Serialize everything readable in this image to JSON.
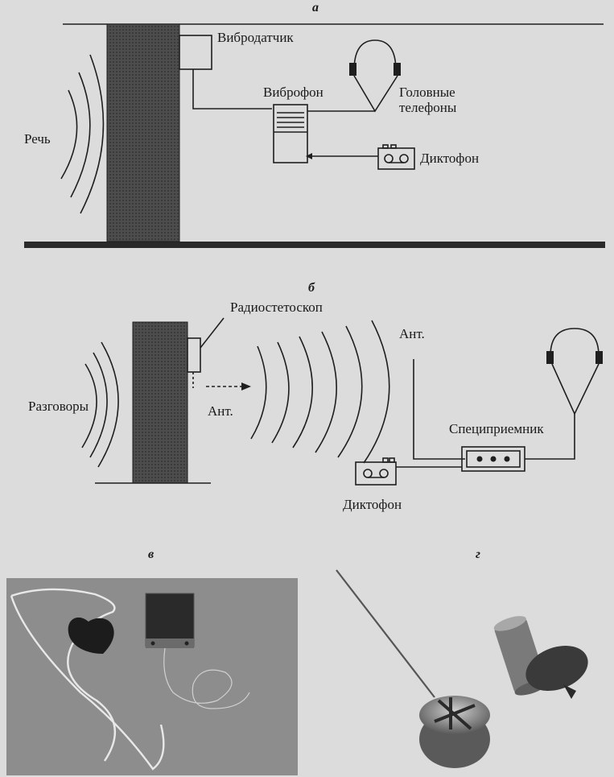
{
  "panels": {
    "a": "а",
    "b": "б",
    "v": "в",
    "g": "г"
  },
  "diagram_a": {
    "speech": "Речь",
    "vibro_sensor": "Вибродатчик",
    "vibrophone": "Виброфон",
    "headphones": "Головные\nтелефоны",
    "dictaphone": "Диктофон"
  },
  "diagram_b": {
    "radiostethoscope": "Радиостетоскоп",
    "conversations": "Разговоры",
    "antenna_left": "Ант.",
    "antenna_right": "Ант.",
    "special_receiver": "Специприемник",
    "dictaphone": "Диктофон"
  },
  "colors": {
    "background": "#dcdcdc",
    "wall": "#4a4a4a",
    "photo_bg": "#8f8f8f",
    "ink": "#1f1f1f"
  }
}
